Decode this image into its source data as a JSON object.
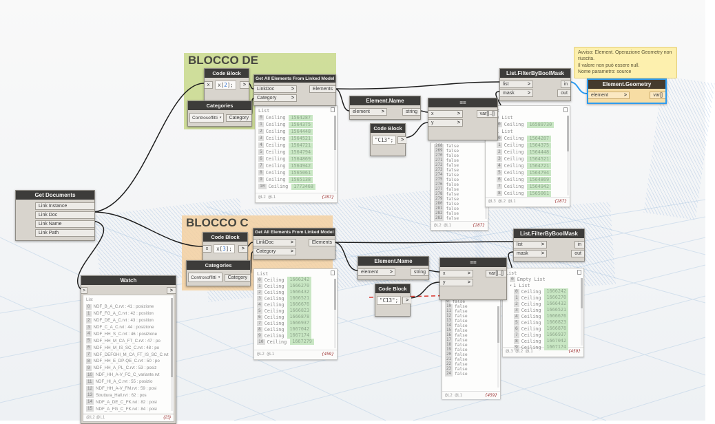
{
  "ui": {
    "chevron": ">",
    "dropdown_arrow": "▾",
    "expander": "▾"
  },
  "groups": {
    "de": {
      "title": "BLOCCO DE"
    },
    "c": {
      "title": "BLOCCO C"
    }
  },
  "nodes": {
    "get_documents": {
      "title": "Get Documents",
      "out": [
        "Link Instance",
        "Link Doc",
        "Link Name",
        "Link Path"
      ]
    },
    "code_block_de": {
      "title": "Code Block",
      "in": "x",
      "code_pre": "x[",
      "code_num": "2",
      "code_post": "];"
    },
    "categories_de": {
      "title": "Categories",
      "value": "Controsoffitti",
      "out": "Category"
    },
    "gaeflm_de": {
      "title": "Get All Elements From Linked Model",
      "in": [
        "LinkDoc",
        "Category"
      ],
      "out": "Elements"
    },
    "element_name_de": {
      "title": "Element.Name",
      "in": "element",
      "out": "string"
    },
    "code_block_c13_de": {
      "title": "Code Block",
      "code": "\"C13\";"
    },
    "eq_de": {
      "title": "==",
      "in": [
        "x",
        "y"
      ],
      "out": "var[]..[]"
    },
    "filter_de": {
      "title": "List.FilterByBoolMask",
      "in": [
        "list",
        "mask"
      ],
      "out": [
        "in",
        "out"
      ]
    },
    "element_geometry": {
      "title": "Element.Geometry",
      "in": "element",
      "out": "var[]"
    },
    "code_block_c": {
      "title": "Code Block",
      "in": "x",
      "code_pre": "x[",
      "code_num": "3",
      "code_post": "];"
    },
    "categories_c": {
      "title": "Categories",
      "value": "Controsoffitti",
      "out": "Category"
    },
    "gaeflm_c": {
      "title": "Get All Elements From Linked Model",
      "in": [
        "LinkDoc",
        "Category"
      ],
      "out": "Elements"
    },
    "element_name_c": {
      "title": "Element.Name",
      "in": "element",
      "out": "string"
    },
    "code_block_c13_c": {
      "title": "Code Block",
      "code": "\"C13\";"
    },
    "eq_c": {
      "title": "==",
      "in": [
        "x",
        "y"
      ],
      "out": "var[]..[]"
    },
    "filter_c": {
      "title": "List.FilterByBoolMask",
      "in": [
        "list",
        "mask"
      ],
      "out": [
        "in",
        "out"
      ]
    },
    "watch": {
      "title": "Watch"
    }
  },
  "warning": {
    "lines": [
      "Avviso: Element. Operazione Geometry non riuscita.",
      "Il valore non può essere null.",
      "Nome parametro: source"
    ]
  },
  "previews": {
    "de_list": {
      "rows": [
        {
          "t": "List"
        },
        {
          "i": "0",
          "t": "Ceiling",
          "id": "1564287"
        },
        {
          "i": "1",
          "t": "Ceiling",
          "id": "1564375"
        },
        {
          "i": "2",
          "t": "Ceiling",
          "id": "1564448"
        },
        {
          "i": "3",
          "t": "Ceiling",
          "id": "1564521"
        },
        {
          "i": "4",
          "t": "Ceiling",
          "id": "1564721"
        },
        {
          "i": "5",
          "t": "Ceiling",
          "id": "1564794"
        },
        {
          "i": "6",
          "t": "Ceiling",
          "id": "1564869"
        },
        {
          "i": "7",
          "t": "Ceiling",
          "id": "1564942"
        },
        {
          "i": "8",
          "t": "Ceiling",
          "id": "1565061"
        },
        {
          "i": "9",
          "t": "Ceiling",
          "id": "1565138"
        },
        {
          "i": "10",
          "t": "Ceiling",
          "id": "1773468"
        }
      ],
      "levels": "@L2 @L1",
      "count": "{287}"
    },
    "eq_de_list": {
      "rows": [
        {
          "i": "268",
          "t": "false"
        },
        {
          "i": "269",
          "t": "false"
        },
        {
          "i": "270",
          "t": "false"
        },
        {
          "i": "271",
          "t": "false"
        },
        {
          "i": "272",
          "t": "false"
        },
        {
          "i": "273",
          "t": "false"
        },
        {
          "i": "274",
          "t": "false"
        },
        {
          "i": "275",
          "t": "false"
        },
        {
          "i": "276",
          "t": "false"
        },
        {
          "i": "277",
          "t": "false"
        },
        {
          "i": "278",
          "t": "false"
        },
        {
          "i": "279",
          "t": "false"
        },
        {
          "i": "280",
          "t": "false"
        },
        {
          "i": "281",
          "t": "false"
        },
        {
          "i": "282",
          "t": "false"
        },
        {
          "i": "283",
          "t": "false"
        }
      ],
      "levels": "@L2 @L1",
      "count": "{287}"
    },
    "filter_de_list": {
      "rows": [
        {
          "t": "List"
        },
        {
          "lv": 1,
          "ar": 1,
          "t": "0 List"
        },
        {
          "lv": 2,
          "i": "0",
          "t": "Ceiling",
          "id": "16589730"
        },
        {
          "lv": 1,
          "ar": 1,
          "t": "1 List"
        },
        {
          "lv": 2,
          "i": "0",
          "t": "Ceiling",
          "id": "1564287"
        },
        {
          "lv": 2,
          "i": "1",
          "t": "Ceiling",
          "id": "1564375"
        },
        {
          "lv": 2,
          "i": "2",
          "t": "Ceiling",
          "id": "1564448"
        },
        {
          "lv": 2,
          "i": "3",
          "t": "Ceiling",
          "id": "1564521"
        },
        {
          "lv": 2,
          "i": "4",
          "t": "Ceiling",
          "id": "1564721"
        },
        {
          "lv": 2,
          "i": "5",
          "t": "Ceiling",
          "id": "1564794"
        },
        {
          "lv": 2,
          "i": "6",
          "t": "Ceiling",
          "id": "1564869"
        },
        {
          "lv": 2,
          "i": "7",
          "t": "Ceiling",
          "id": "1564942"
        },
        {
          "lv": 2,
          "i": "8",
          "t": "Ceiling",
          "id": "1565061"
        }
      ],
      "levels": "@L3 @L2 @L1",
      "count": "{287}"
    },
    "c_list": {
      "rows": [
        {
          "t": "List"
        },
        {
          "i": "0",
          "t": "Ceiling",
          "id": "1666242"
        },
        {
          "i": "1",
          "t": "Ceiling",
          "id": "1666270"
        },
        {
          "i": "2",
          "t": "Ceiling",
          "id": "1666432"
        },
        {
          "i": "3",
          "t": "Ceiling",
          "id": "1666521"
        },
        {
          "i": "4",
          "t": "Ceiling",
          "id": "1666676"
        },
        {
          "i": "5",
          "t": "Ceiling",
          "id": "1666823"
        },
        {
          "i": "6",
          "t": "Ceiling",
          "id": "1666878"
        },
        {
          "i": "7",
          "t": "Ceiling",
          "id": "1666937"
        },
        {
          "i": "8",
          "t": "Ceiling",
          "id": "1667042"
        },
        {
          "i": "9",
          "t": "Ceiling",
          "id": "1667174"
        },
        {
          "i": "10",
          "t": "Ceiling",
          "id": "1667279"
        }
      ],
      "levels": "@L2 @L1",
      "count": "{459}"
    },
    "eq_c_list": {
      "rows": [
        {
          "i": "9",
          "t": "false"
        },
        {
          "i": "10",
          "t": "false"
        },
        {
          "i": "11",
          "t": "false"
        },
        {
          "i": "12",
          "t": "false"
        },
        {
          "i": "13",
          "t": "false"
        },
        {
          "i": "14",
          "t": "false"
        },
        {
          "i": "15",
          "t": "false"
        },
        {
          "i": "16",
          "t": "false"
        },
        {
          "i": "17",
          "t": "false"
        },
        {
          "i": "18",
          "t": "false"
        },
        {
          "i": "19",
          "t": "false"
        },
        {
          "i": "20",
          "t": "false"
        },
        {
          "i": "21",
          "t": "false"
        },
        {
          "i": "22",
          "t": "false"
        },
        {
          "i": "23",
          "t": "false"
        },
        {
          "i": "24",
          "t": "false"
        }
      ],
      "levels": "@L2 @L1",
      "count": "{459}"
    },
    "filter_c_list": {
      "rows": [
        {
          "t": "List"
        },
        {
          "lv": 1,
          "i": "0",
          "t": "Empty List"
        },
        {
          "lv": 1,
          "ar": 1,
          "t": "1 List"
        },
        {
          "lv": 2,
          "i": "0",
          "t": "Ceiling",
          "id": "1666242"
        },
        {
          "lv": 2,
          "i": "1",
          "t": "Ceiling",
          "id": "1666270"
        },
        {
          "lv": 2,
          "i": "2",
          "t": "Ceiling",
          "id": "1666432"
        },
        {
          "lv": 2,
          "i": "3",
          "t": "Ceiling",
          "id": "1666521"
        },
        {
          "lv": 2,
          "i": "4",
          "t": "Ceiling",
          "id": "1666676"
        },
        {
          "lv": 2,
          "i": "5",
          "t": "Ceiling",
          "id": "1666823"
        },
        {
          "lv": 2,
          "i": "6",
          "t": "Ceiling",
          "id": "1666878"
        },
        {
          "lv": 2,
          "i": "7",
          "t": "Ceiling",
          "id": "1666937"
        },
        {
          "lv": 2,
          "i": "8",
          "t": "Ceiling",
          "id": "1667042"
        },
        {
          "lv": 2,
          "i": "9",
          "t": "Ceiling",
          "id": "1667174"
        }
      ],
      "levels": "@L3 @L2 @L1",
      "count": "{459}"
    },
    "watch_list": {
      "rows": [
        {
          "t": "List"
        },
        {
          "i": "0",
          "t": "NDF_B_A_C.rvt : 41 : posizione"
        },
        {
          "i": "1",
          "t": "NDF_FG_A_C.rvt : 42 : position"
        },
        {
          "i": "2",
          "t": "NDF_DE_A_C.rvt : 43 : position"
        },
        {
          "i": "3",
          "t": "NDF_C_A_C.rvt : 44 : posizione"
        },
        {
          "i": "4",
          "t": "NDF_HH_S_C.rvt : 46 : posizione"
        },
        {
          "i": "5",
          "t": "NDF_HH_M_CA_FT_C.rvt : 47 : po"
        },
        {
          "i": "6",
          "t": "NDF_HH_M_IS_SC_C.rvt : 48 : po"
        },
        {
          "i": "7",
          "t": "NDF_DEFGHI_M_CA_FT_IS_SC_C.rvt"
        },
        {
          "i": "8",
          "t": "NDF_HH_E_DP-QE_C.rvt : 50 : po"
        },
        {
          "i": "9",
          "t": "NDF_HH_A_PL_C.rvt : 53 : posiz"
        },
        {
          "i": "10",
          "t": "NDF_HH_A-V_FC_C_variante.rvt"
        },
        {
          "i": "11",
          "t": "NDF_HI_A_C.rvt : 55 : posizio"
        },
        {
          "i": "12",
          "t": "NDF_HH_A-V_FM.rvt : 59 : posi"
        },
        {
          "i": "13",
          "t": "Struttura_Hall.rvt : 62 : pos"
        },
        {
          "i": "14",
          "t": "NDF_A_DE_C_FK.rvt : 82 : posi"
        },
        {
          "i": "15",
          "t": "NDF_A_FG_C_FK.rvt : 84 : posi"
        }
      ],
      "levels": "@L2 @L1",
      "count": "{23}"
    }
  }
}
